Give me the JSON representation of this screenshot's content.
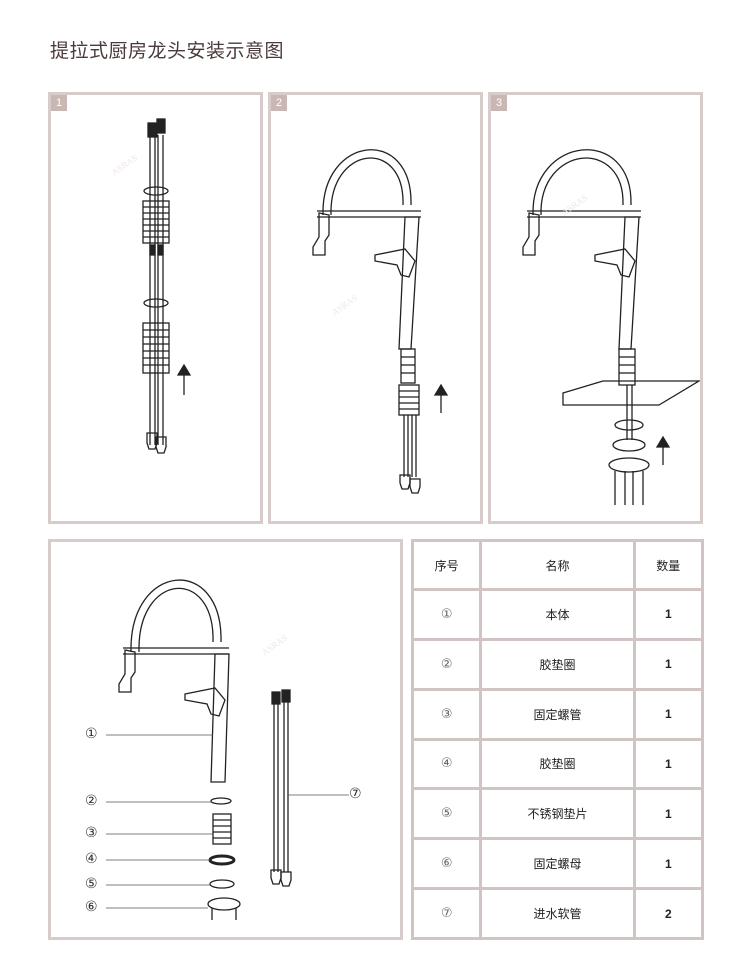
{
  "title": "提拉式厨房龙头安装示意图",
  "steps": [
    "1",
    "2",
    "3"
  ],
  "watermark": "ASRAS",
  "callouts": [
    "①",
    "②",
    "③",
    "④",
    "⑤",
    "⑥",
    "⑦"
  ],
  "table": {
    "headers": [
      "序号",
      "名称",
      "数量"
    ],
    "rows": [
      {
        "idx": "①",
        "name": "本体",
        "qty": "1"
      },
      {
        "idx": "②",
        "name": "胶垫圈",
        "qty": "1"
      },
      {
        "idx": "③",
        "name": "固定螺管",
        "qty": "1"
      },
      {
        "idx": "④",
        "name": "胶垫圈",
        "qty": "1"
      },
      {
        "idx": "⑤",
        "name": "不锈钢垫片",
        "qty": "1"
      },
      {
        "idx": "⑥",
        "name": "固定螺母",
        "qty": "1"
      },
      {
        "idx": "⑦",
        "name": "进水软管",
        "qty": "2"
      }
    ]
  },
  "colors": {
    "frame": "#d8ccca",
    "badge": "#c9b7b3",
    "line": "#222222"
  }
}
